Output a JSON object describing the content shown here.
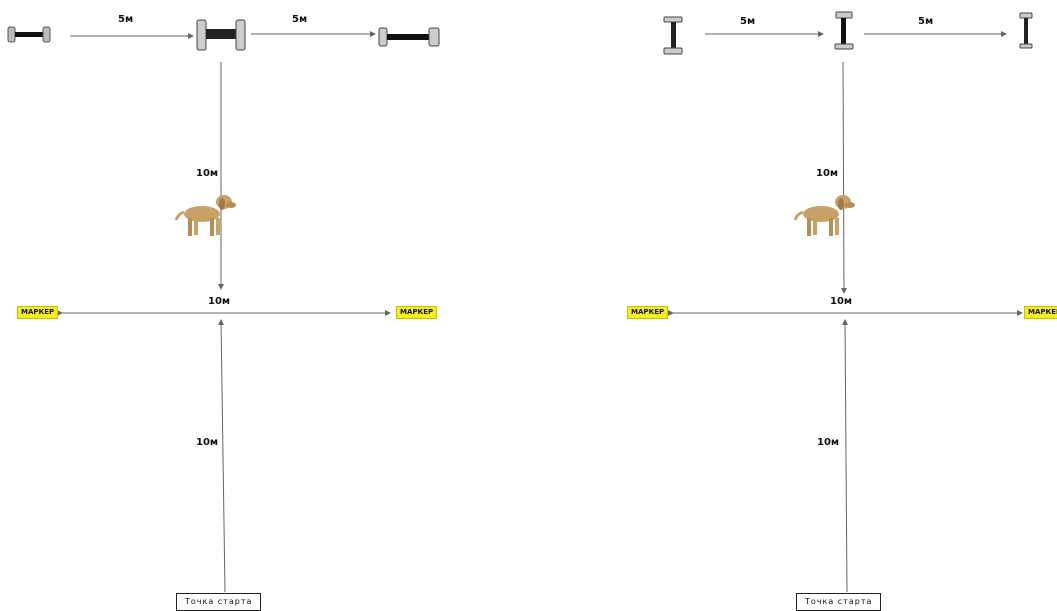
{
  "colors": {
    "marker_fill": "#f4ee1c",
    "line": "#666666",
    "dog": "#c9a066"
  },
  "diagrams": [
    {
      "variant": "horizontal-dumbbells",
      "top_left_distance": "5м",
      "top_right_distance": "5м",
      "upper_vertical_distance": "10м",
      "horizontal_distance": "10м",
      "lower_vertical_distance": "10м",
      "marker_left": "МАРКЕР",
      "marker_right": "МАРКЕР",
      "start_label": "Точка старта"
    },
    {
      "variant": "vertical-dumbbells",
      "top_left_distance": "5м",
      "top_right_distance": "5м",
      "upper_vertical_distance": "10м",
      "horizontal_distance": "10м",
      "lower_vertical_distance": "10м",
      "marker_left": "МАРКЕР",
      "marker_right": "МАРКЕР",
      "start_label": "Точка старта"
    }
  ]
}
